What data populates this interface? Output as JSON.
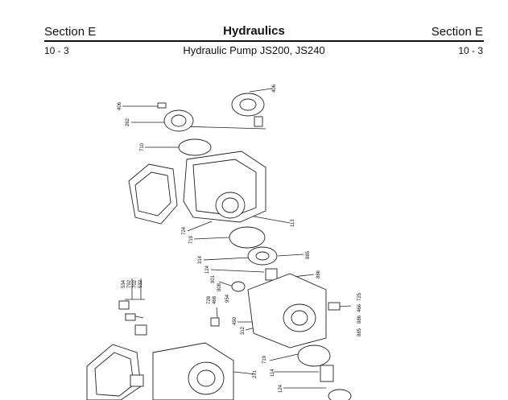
{
  "header": {
    "section_left": "Section E",
    "title": "Hydraulics",
    "section_right": "Section E"
  },
  "subheader": {
    "page_left": "10 - 3",
    "subtitle": "Hydraulic Pump JS200, JS240",
    "page_right": "10 - 3"
  },
  "diagram": {
    "callouts": [
      {
        "id": "c406a",
        "text": "406"
      },
      {
        "id": "c262",
        "text": "262"
      },
      {
        "id": "c406b",
        "text": "406"
      },
      {
        "id": "c710",
        "text": "710"
      },
      {
        "id": "c724",
        "text": "724"
      },
      {
        "id": "c719a",
        "text": "719"
      },
      {
        "id": "c113",
        "text": "113"
      },
      {
        "id": "c314",
        "text": "314"
      },
      {
        "id": "c885a",
        "text": "885"
      },
      {
        "id": "c124a",
        "text": "124"
      },
      {
        "id": "c886a",
        "text": "886"
      },
      {
        "id": "c901",
        "text": "901"
      },
      {
        "id": "c808",
        "text": "808"
      },
      {
        "id": "c954",
        "text": "954"
      },
      {
        "id": "c534",
        "text": "534"
      },
      {
        "id": "c792",
        "text": "792"
      },
      {
        "id": "c702",
        "text": "702"
      },
      {
        "id": "c532",
        "text": "532"
      },
      {
        "id": "c728",
        "text": "728"
      },
      {
        "id": "c468",
        "text": "468"
      },
      {
        "id": "c725",
        "text": "725"
      },
      {
        "id": "c466",
        "text": "466"
      },
      {
        "id": "c886b",
        "text": "886"
      },
      {
        "id": "c885b",
        "text": "885"
      },
      {
        "id": "c490",
        "text": "490"
      },
      {
        "id": "c312",
        "text": "312"
      },
      {
        "id": "c719b",
        "text": "719"
      },
      {
        "id": "c114",
        "text": "114"
      },
      {
        "id": "c271",
        "text": "271"
      },
      {
        "id": "c124b",
        "text": "124"
      }
    ]
  }
}
